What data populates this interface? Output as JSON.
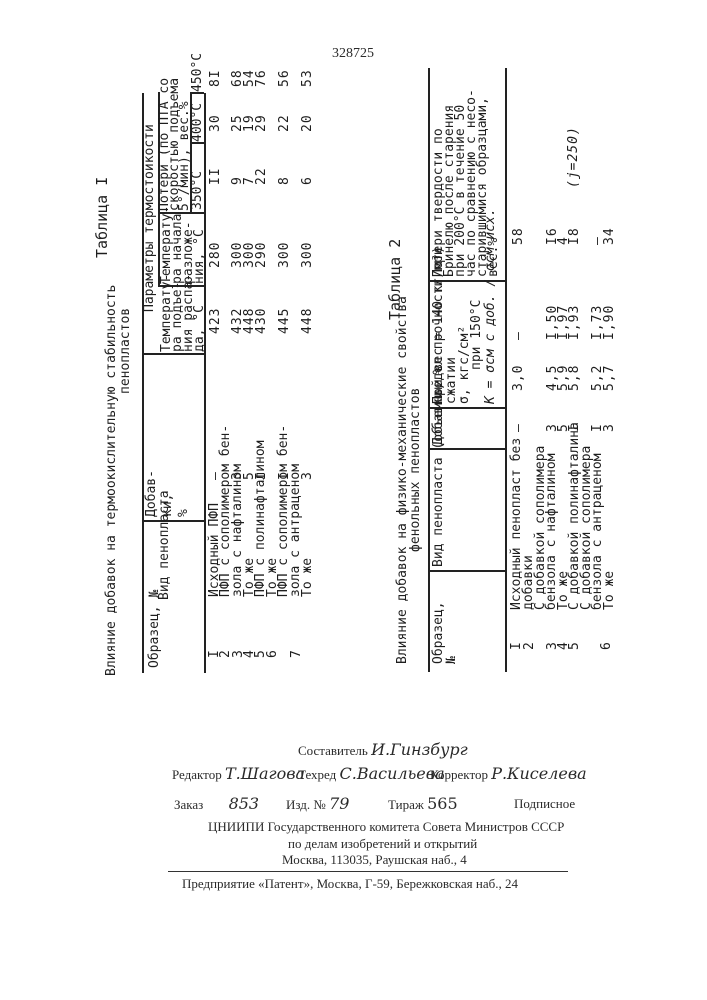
{
  "page_number": "328725",
  "table1": {
    "label": "Таблица I",
    "title_line1": "Влияние добавок на термоокислительную стабильность",
    "title_line2": "пенопластов",
    "headers": {
      "sample": "Образец, №",
      "type": "Вид пенопласта",
      "additive": [
        "Добав-",
        "ки,",
        "%"
      ],
      "params_group": "Параметры термостойкости",
      "temp_max": [
        "Температу-",
        "ра подъе-",
        "ния распа-",
        "да, °С"
      ],
      "temp_start": [
        "Температу-",
        "ра начала",
        "разложе-",
        "ния, °С"
      ],
      "weight_loss": [
        "Потери (по ПТА со",
        "скоростью подъема",
        "5°/мин), вес.%"
      ],
      "t350": "350°С",
      "t400": "400°С",
      "t450": "450°С"
    },
    "rows": [
      {
        "sample": "I",
        "type": "Исходный ПФП",
        "additive": "–",
        "tmax": "423",
        "tstart": "280",
        "l350": "II",
        "l400": "30",
        "l450": "8I"
      },
      {
        "sample": "2",
        "type": "ПФП с сополимером бен-",
        "additive": "3",
        "tmax": "432",
        "tstart": "300",
        "l350": "9",
        "l400": "25",
        "l450": "68"
      },
      {
        "sample": "3",
        "type": "зола с нафталином",
        "additive": "5",
        "tmax": "448",
        "tstart": "300",
        "l350": "7",
        "l400": "19",
        "l450": "54"
      },
      {
        "sample": "4",
        "type": "То же",
        "additive": "I",
        "tmax": "430",
        "tstart": "290",
        "l350": "22",
        "l400": "29",
        "l450": "76"
      },
      {
        "sample": "5",
        "type": "ПФП с полинафталином",
        "additive": "",
        "tmax": "",
        "tstart": "",
        "l350": "",
        "l400": "",
        "l450": ""
      },
      {
        "sample": "6",
        "type": "То же",
        "additive": "I",
        "tmax": "445",
        "tstart": "300",
        "l350": "8",
        "l400": "22",
        "l450": "56"
      },
      {
        "sample": "7",
        "type": "ПФП с сополимером бен-",
        "additive": "3",
        "tmax": "448",
        "tstart": "300",
        "l350": "6",
        "l400": "20",
        "l450": "53"
      }
    ],
    "extra_lines": [
      "зола с антраценом",
      "То же"
    ]
  },
  "table2": {
    "label": "Таблица 2",
    "title_line1": "Влияние добавок на физико-механические свойства",
    "title_line2": "фенольных пенопластов",
    "headers": {
      "sample": "Образец, №",
      "type": "Вид пенопласта (объемный вес = 140 кг/м³)",
      "additive": "Добавки, %",
      "strength": [
        "Предел прочности при",
        "сжатии",
        "σ, кгс/см²",
        "при 150°С"
      ],
      "formula": "К = σсм с доб. / σсм исх.",
      "hardness": [
        "Потери твердости по",
        "Бринелю после старения",
        "при 200°С в течение 50",
        "час по сравнению с несо-",
        "старившимися образцами,",
        "вес.%"
      ]
    },
    "rows": [
      {
        "sample": "I",
        "type": "Исходный пенопласт без",
        "additive": "–",
        "sigma": "3,0",
        "k": "–",
        "loss": "58"
      },
      {
        "sample": "2",
        "type": "добавки",
        "additive": "",
        "sigma": "",
        "k": "",
        "loss": ""
      },
      {
        "sample": "3",
        "type": "С добавкой сополимера",
        "additive": "3",
        "sigma": "4,5",
        "k": "I,50",
        "loss": "I6"
      },
      {
        "sample": "4",
        "type": "бензола с нафталином",
        "additive": "5",
        "sigma": "5,9",
        "k": "I,97",
        "loss": "4"
      },
      {
        "sample": "5",
        "type": "То же",
        "additive": "I",
        "sigma": "5,8",
        "k": "I,93",
        "loss": "I8"
      },
      {
        "sample": "6",
        "type": "С добавкой полинафталина",
        "additive": "I",
        "sigma": "5,2",
        "k": "I,73",
        "loss": "–"
      },
      {
        "sample": "",
        "type": "С добавкой сополимера",
        "additive": "3",
        "sigma": "5,7",
        "k": "I,90",
        "loss": "34"
      }
    ],
    "extra_lines": [
      "бензола с антраценом",
      "То же"
    ],
    "annotation": "(j=250)"
  },
  "imprint": {
    "compiler_label": "Составитель",
    "compiler_name": "И.Гинзбург",
    "editor_label": "Редактор",
    "editor_name": "Т.Шагова",
    "techred_label": "Техред",
    "techred_name": "С.Васильева",
    "corrector_label": "Корректор",
    "corrector_name": "Р.Киселева",
    "order_label": "Заказ",
    "order_value": "853",
    "izd_label": "Изд. №",
    "izd_value": "79",
    "tirazh_label": "Тираж",
    "tirazh_value": "565",
    "subscription": "Подписное",
    "org_line1": "ЦНИИПИ Государственного комитета Совета Министров СССР",
    "org_line2": "по делам изобретений и открытий",
    "org_line3": "Москва, 113035, Раушская наб., 4",
    "printer": "Предприятие «Патент», Москва, Г-59, Бережковская наб., 24"
  }
}
